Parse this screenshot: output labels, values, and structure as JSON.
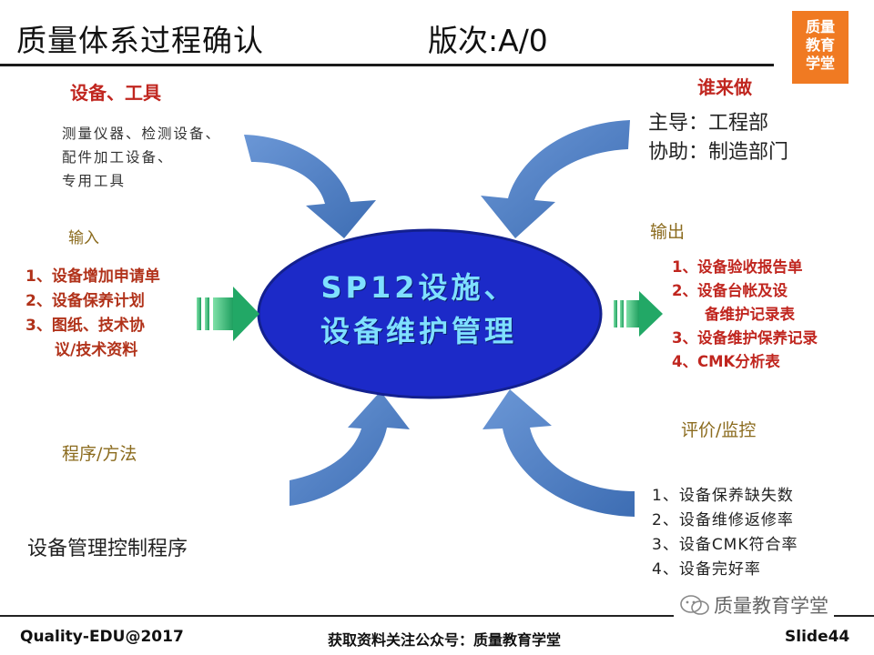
{
  "header": {
    "title": "质量体系过程确认",
    "version": "版次:A/0"
  },
  "logo": {
    "lines": [
      "质量",
      "教育",
      "学堂"
    ]
  },
  "equipment": {
    "heading": "设备、工具",
    "lines": [
      "测量仪器、检测设备、",
      "配件加工设备、",
      "专用工具"
    ]
  },
  "who": {
    "heading": "谁来做",
    "lines": [
      "主导：工程部",
      "协助：制造部门"
    ]
  },
  "input": {
    "heading": "输入",
    "items": [
      "1、设备增加申请单",
      "2、设备保养计划",
      "3、图纸、技术协",
      "议/技术资料"
    ]
  },
  "output": {
    "heading": "输出",
    "items": [
      "1、设备验收报告单",
      "2、设备台帐及设",
      "备维护记录表",
      "3、设备维护保养记录",
      "4、CMK分析表"
    ]
  },
  "center": {
    "line1": "SP12设施、",
    "line2": "设备维护管理"
  },
  "method": {
    "heading": "程序/方法",
    "text": "设备管理控制程序"
  },
  "evaluation": {
    "heading": "评价/监控",
    "items": [
      "1、设备保养缺失数",
      "2、设备维修返修率",
      "3、设备CMK符合率",
      "4、设备完好率"
    ]
  },
  "footer": {
    "left": "Quality-EDU@2017",
    "center": "获取资料关注公众号：质量教育学堂",
    "watermark": "质量教育学堂",
    "slide": "Slide44"
  },
  "colors": {
    "ellipse": "#1c2ac8",
    "arrow": "#4d7fc0",
    "green_arrow": "#2db372",
    "logo": "#f07a22"
  }
}
